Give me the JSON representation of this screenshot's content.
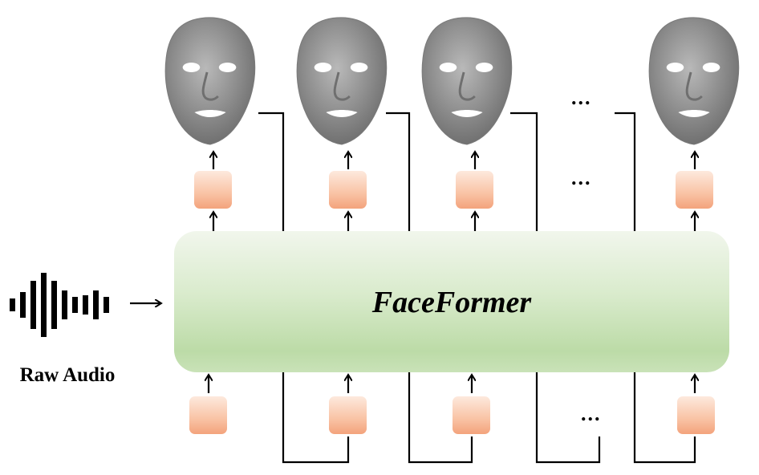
{
  "diagram": {
    "model_label": "FaceFormer",
    "input_label": "Raw Audio",
    "ellipsis": "...",
    "colors": {
      "block_top": "#f1f6ec",
      "block_bottom": "#bcdba7",
      "token_light": "#fde2d2",
      "token_dark": "#f4a57f",
      "face": "#8f8f8f",
      "line": "#000000"
    },
    "face_count_visible": 4,
    "icons": [
      "audio-waveform-icon",
      "face-mesh-icon"
    ]
  }
}
